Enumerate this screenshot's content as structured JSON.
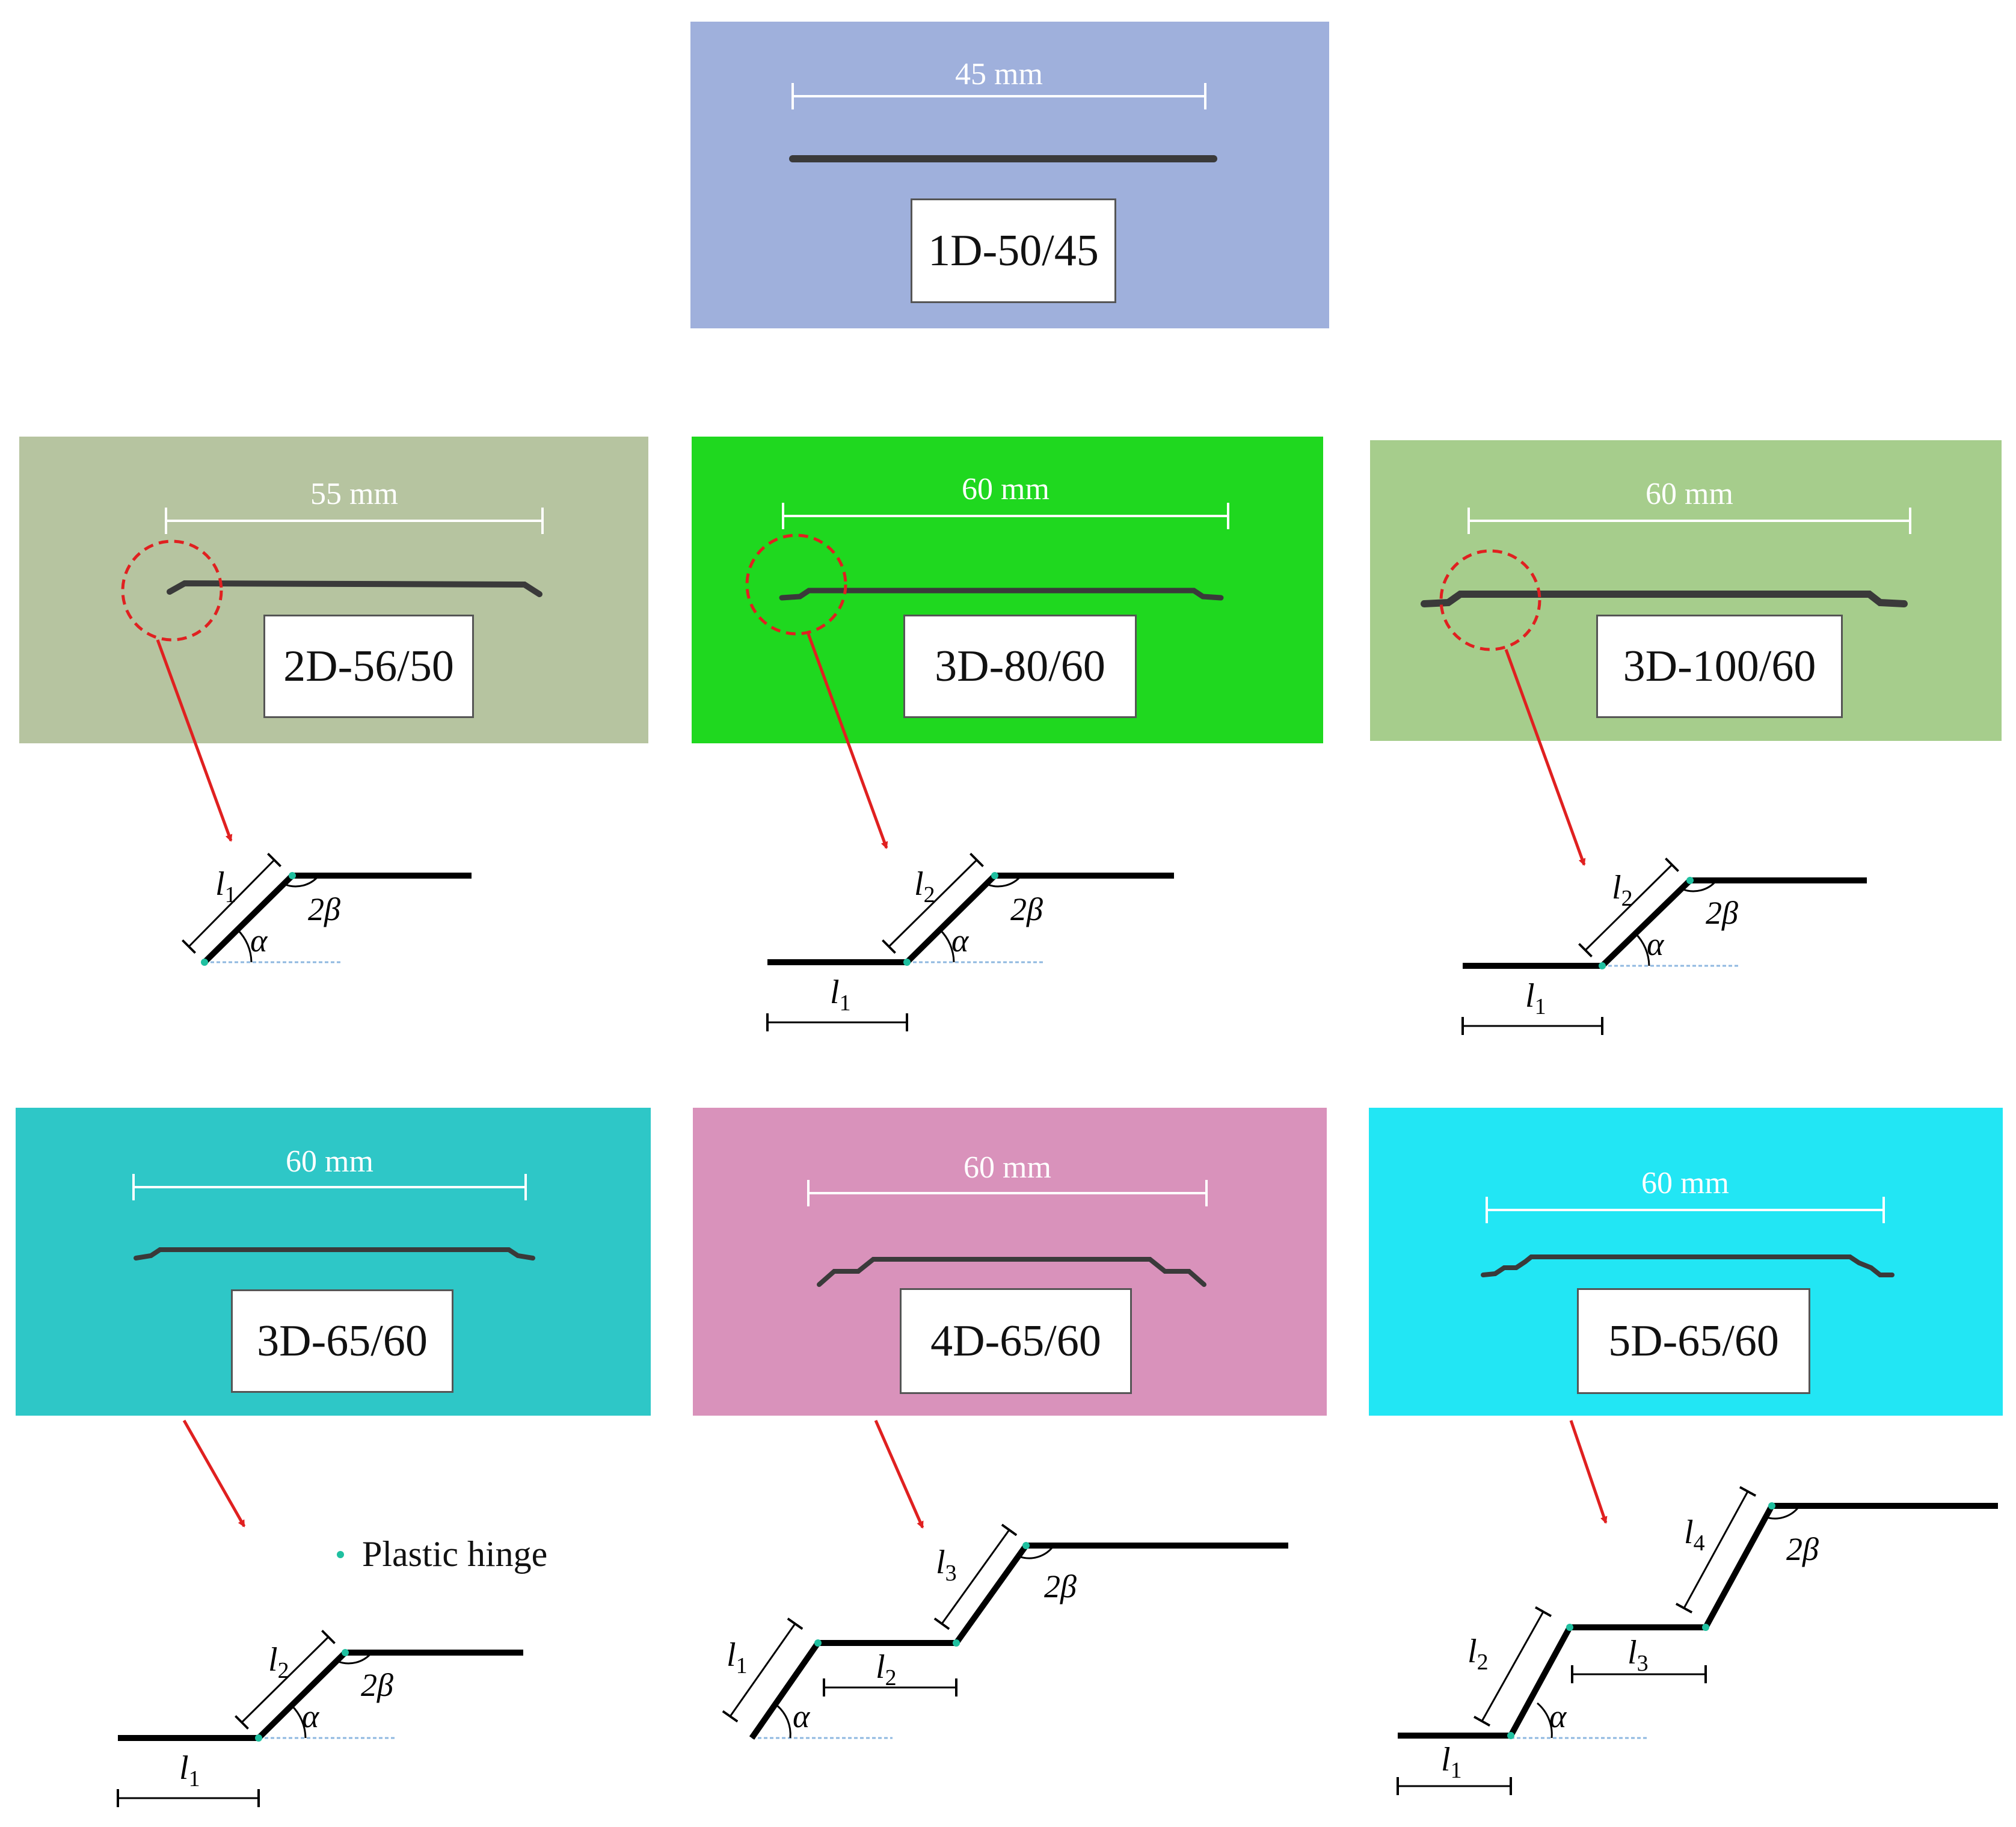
{
  "panels": [
    {
      "id": "1d",
      "label": "1D-50/45",
      "dimension": "45 mm",
      "color": "#9fb0dc"
    },
    {
      "id": "2d",
      "label": "2D-56/50",
      "dimension": "55 mm",
      "color": "#b6c4a0"
    },
    {
      "id": "3d80",
      "label": "3D-80/60",
      "dimension": "60 mm",
      "color": "#1fd81f"
    },
    {
      "id": "3d100",
      "label": "3D-100/60",
      "dimension": "60 mm",
      "color": "#a6cd8c"
    },
    {
      "id": "3d65",
      "label": "3D-65/60",
      "dimension": "60 mm",
      "color": "#2ec7c7"
    },
    {
      "id": "4d65",
      "label": "4D-65/60",
      "dimension": "60 mm",
      "color": "#d992bb"
    },
    {
      "id": "5d65",
      "label": "5D-65/60",
      "dimension": "60 mm",
      "color": "#22e6f4"
    }
  ],
  "symbols": {
    "l1": "l1",
    "l2": "l2",
    "l3": "l3",
    "l4": "l4",
    "alpha": "α",
    "two_beta": "2β"
  },
  "legend": {
    "label": "Plastic hinge",
    "marker_color": "#1fc0a0"
  },
  "colors": {
    "arrow": "#e02020",
    "circle": "#e02020",
    "fiber": "#3a3a3a",
    "hinge": "#1fc0a0",
    "geometry": "#000000",
    "baseline": "#8fb8e0"
  }
}
